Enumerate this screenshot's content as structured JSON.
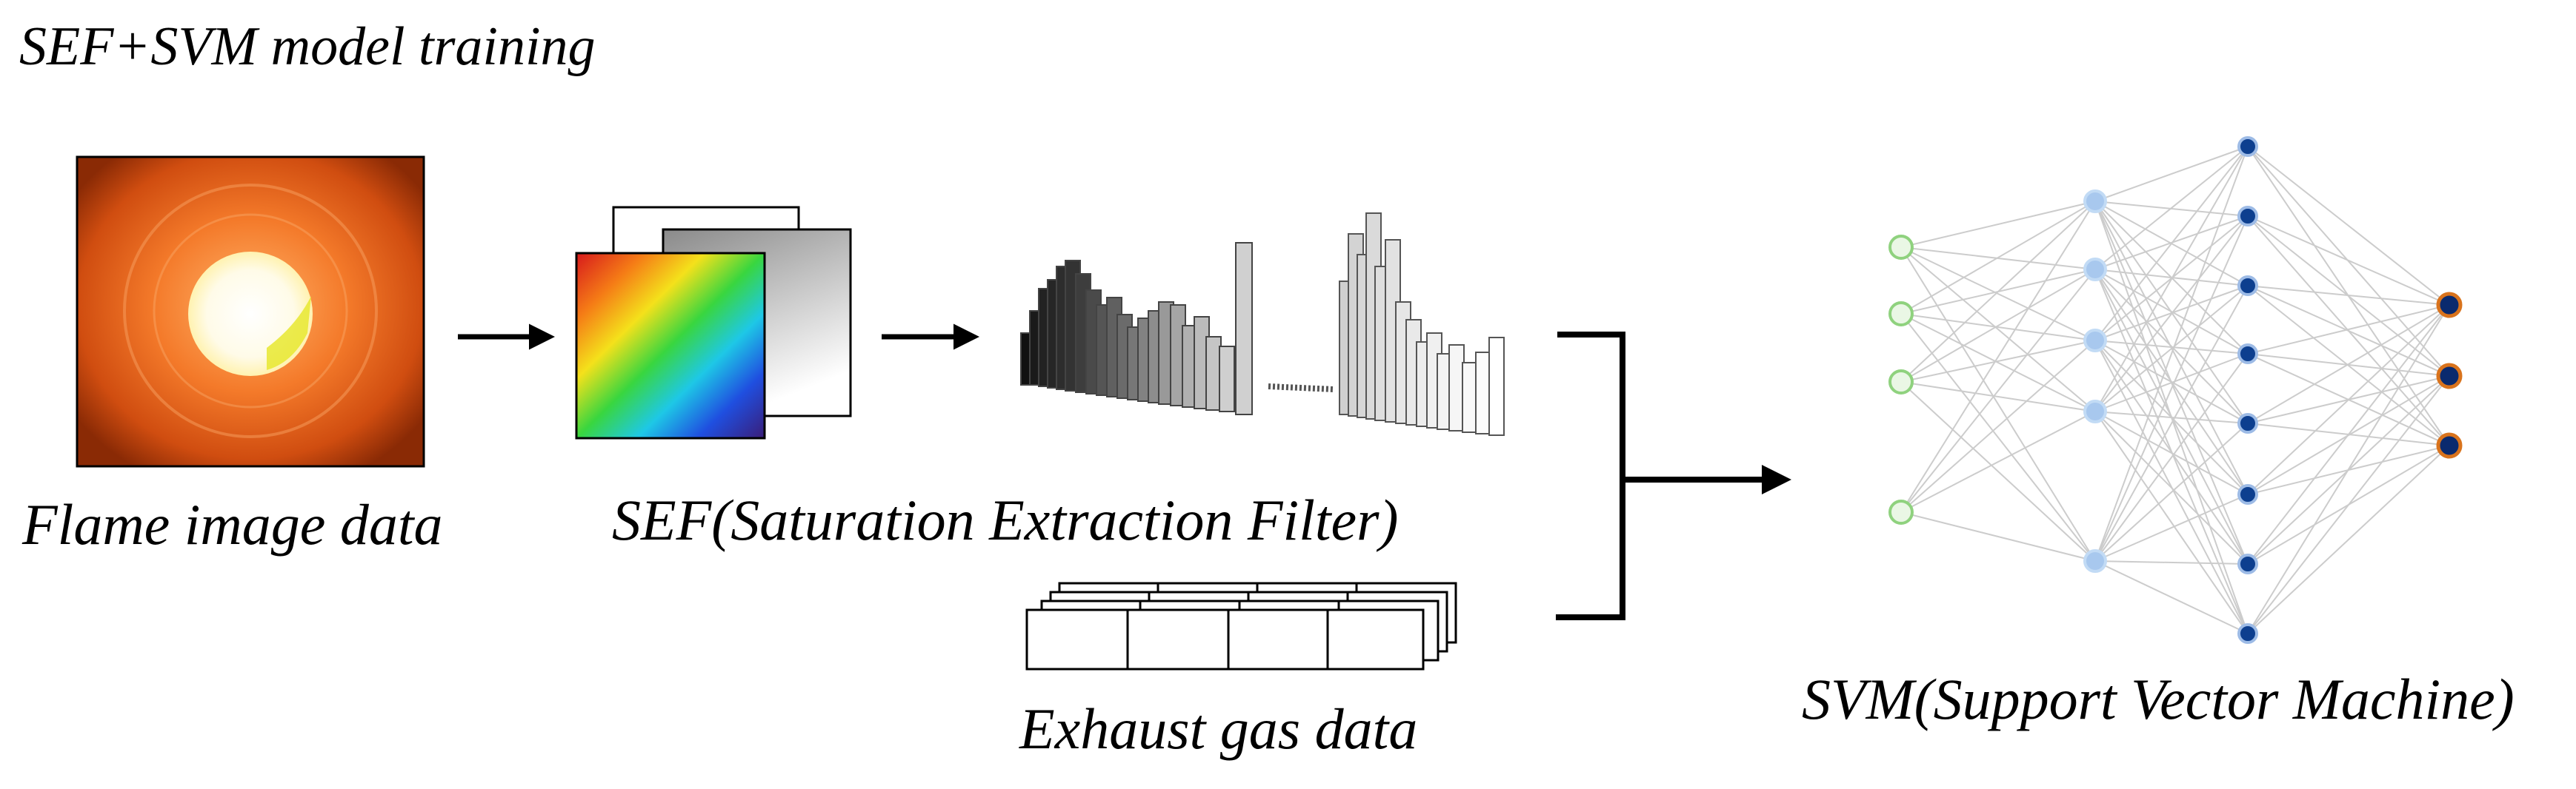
{
  "title": "SEF+SVM model training",
  "labels": {
    "flame": "Flame image data",
    "sef": "SEF(Saturation Extraction Filter)",
    "gas": "Exhaust gas data",
    "svm": "SVM(Support Vector Machine)"
  },
  "colors": {
    "input_node": "#8fd27e",
    "hidden1_node": "#a8c8ee",
    "hidden2_node": "#0d3f8f",
    "output_node": "#0a2a6e",
    "output_stroke": "#d9731c",
    "connection": "#cccccc"
  },
  "network_layers": [
    4,
    5,
    8,
    3
  ]
}
